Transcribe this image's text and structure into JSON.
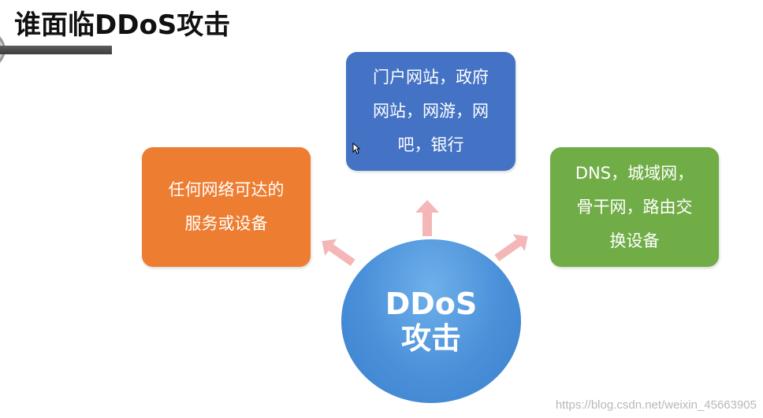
{
  "title": "谁面临DDoS攻击",
  "boxes": {
    "top": {
      "lines": [
        "门户网站，政府",
        "网站，网游，网",
        "吧，银行"
      ]
    },
    "left": {
      "lines": [
        "任何网络可达的",
        "服务或设备"
      ]
    },
    "right": {
      "lines": [
        "DNS，城域网，",
        "骨干网，路由交",
        "换设备"
      ]
    }
  },
  "center": {
    "line1": "DDoS",
    "line2": "攻击"
  },
  "colors": {
    "blue": "#4472c4",
    "orange": "#ed7d31",
    "green": "#70ad47",
    "arrow": "#f4b6b6",
    "circle": "#4a90d9"
  },
  "watermark": "https://blog.csdn.net/weixin_45663905"
}
